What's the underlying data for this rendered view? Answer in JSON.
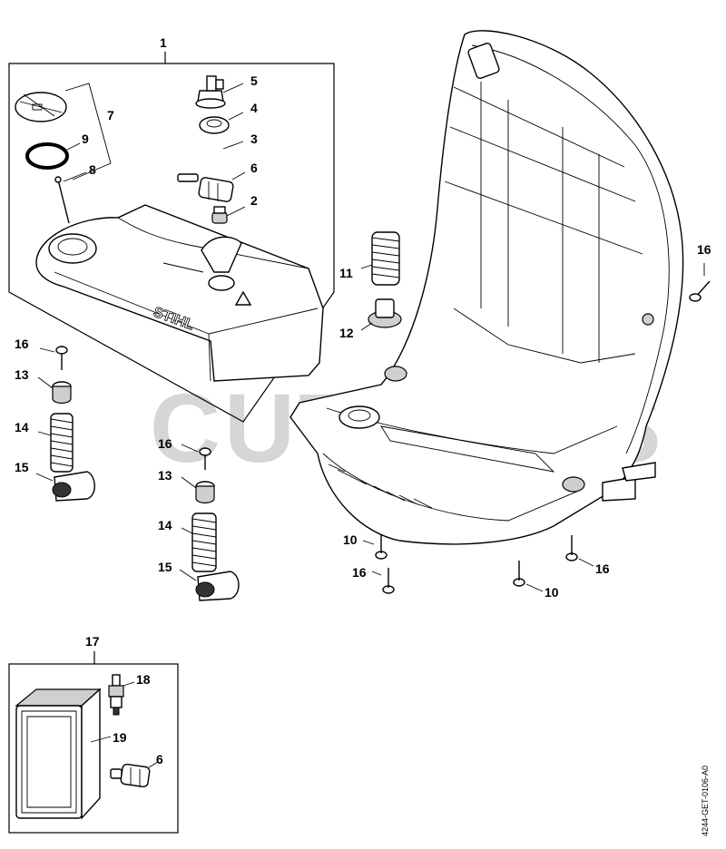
{
  "watermark": "CUTLER'S",
  "document_id": "4244-GET-0106-A0",
  "callouts": {
    "c1": "1",
    "c2": "2",
    "c3": "3",
    "c4": "4",
    "c5": "5",
    "c6": "6",
    "c7": "7",
    "c8": "8",
    "c9": "9",
    "c10a": "10",
    "c10b": "10",
    "c11": "11",
    "c12": "12",
    "c13a": "13",
    "c13b": "13",
    "c14a": "14",
    "c14b": "14",
    "c15a": "15",
    "c15b": "15",
    "c16a": "16",
    "c16b": "16",
    "c16c": "16",
    "c16d": "16",
    "c16e": "16",
    "c17": "17",
    "c18": "18",
    "c19": "19",
    "c6b": "6"
  },
  "tank_brand": "STIHL"
}
